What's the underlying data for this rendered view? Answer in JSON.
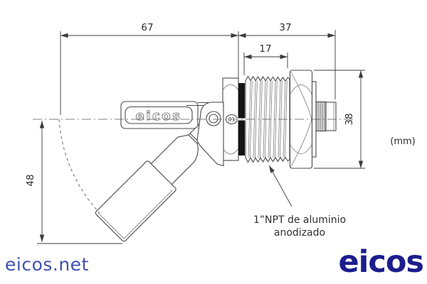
{
  "unit_note": "(mm)",
  "dimensions": {
    "overall_length": "67",
    "body_length": "37",
    "thread_length": "17",
    "float_drop": "48",
    "nut_height": "38"
  },
  "annotation": {
    "line1": "1”NPT de aluminio",
    "line2": "anodizado"
  },
  "device": {
    "plate_text": "eicos",
    "marking": "01"
  },
  "footer": {
    "website": "eicos.net",
    "logo": "eicos"
  },
  "colors": {
    "drawing_line": "#4a4a4a",
    "seal_black": "#141414",
    "logo_blue": "#1c1c8e",
    "website_blue": "#4050b0"
  }
}
